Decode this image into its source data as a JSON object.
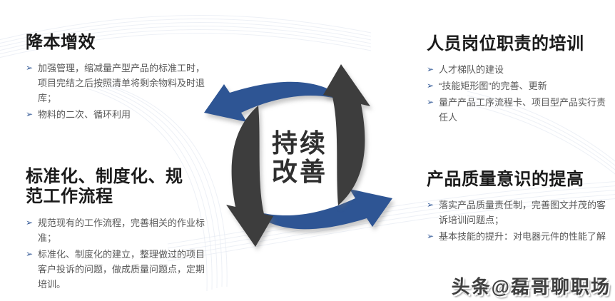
{
  "colors": {
    "accent_blue": "#2e5594",
    "arrow_dark": "#3d3d3d",
    "title_text": "#1a1a1a",
    "body_text": "#595959",
    "watermark_text": "#3f3f3f"
  },
  "ui": {
    "bullet_marker": "➢"
  },
  "center": {
    "line1": "持续",
    "line2": "改善"
  },
  "blocks": {
    "top_left": {
      "title": "降本增效",
      "bullets": [
        "加强管理，缩减量产型产品的标准工时，项目完结之后按照清单将剩余物料及时退库；",
        "物料的二次、循环利用"
      ]
    },
    "top_right": {
      "title": "人员岗位职责的培训",
      "bullets": [
        "人才梯队的建设",
        "“技能矩形图”的完善、更新",
        "量产产品工序流程卡、项目型产品实行责任人"
      ]
    },
    "bottom_left": {
      "title": "标准化、制度化、规范工作流程",
      "bullets": [
        "规范现有的工作流程，完善相关的作业标准；",
        "标准化、制度化的建立，整理做过的项目客户投诉的问题，做成质量问题点，定期培训。"
      ]
    },
    "bottom_right": {
      "title": "产品质量意识的提高",
      "bullets": [
        "落实产品质量责任制，完善图文并茂的客诉培训问题点；",
        "基本技能的提升：对电器元件的性能了解"
      ]
    }
  },
  "watermark": {
    "text": "头条@磊哥聊职场"
  }
}
